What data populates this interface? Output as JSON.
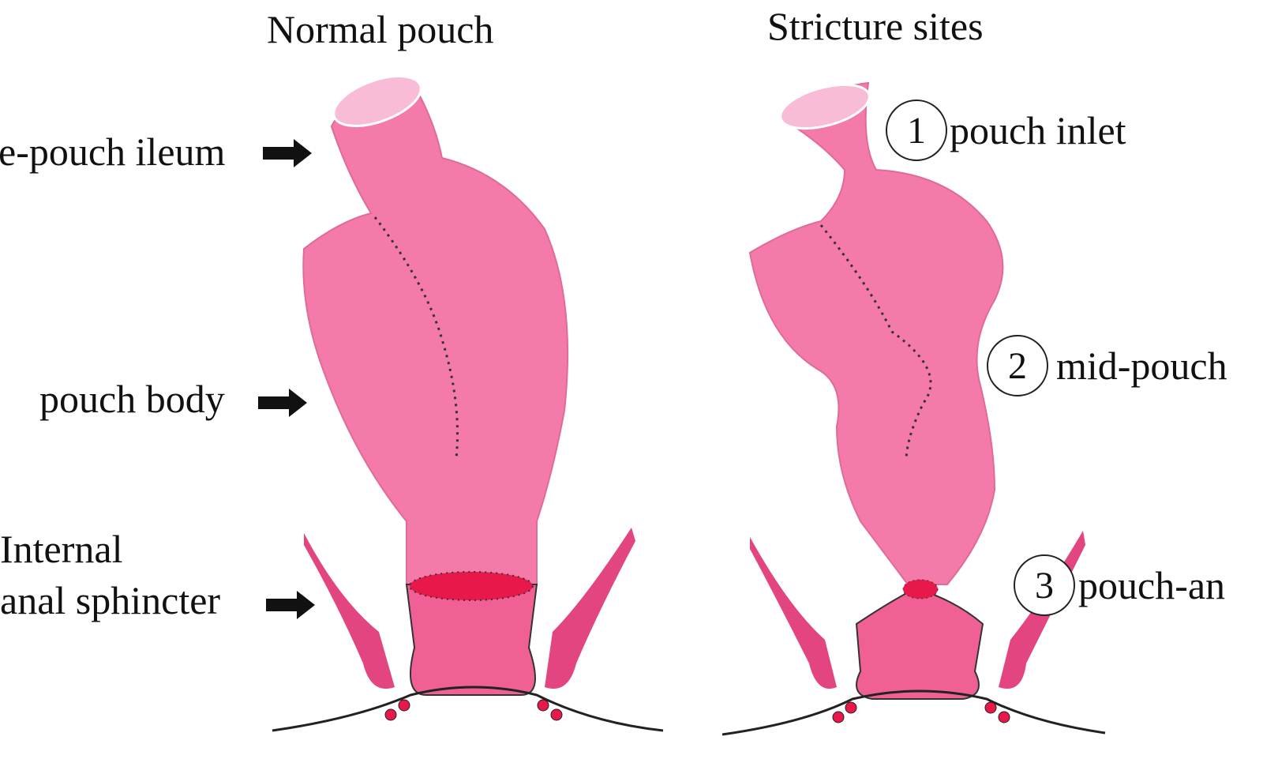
{
  "titles": {
    "left": "Normal pouch",
    "right": "Stricture sites"
  },
  "left_labels": {
    "ileum": "e-pouch ileum",
    "body": "pouch body",
    "sphincter_line1": "Internal",
    "sphincter_line2": "anal sphincter"
  },
  "stricture_sites": [
    {
      "number": "1",
      "label": "pouch inlet"
    },
    {
      "number": "2",
      "label": "mid-pouch"
    },
    {
      "number": "3",
      "label": "pouch-an"
    }
  ],
  "colors": {
    "pouch": "#f47aa9",
    "sphincter": "#e2457f",
    "lumen": "#f9bcd6",
    "anastomosis": "#e8194a"
  }
}
